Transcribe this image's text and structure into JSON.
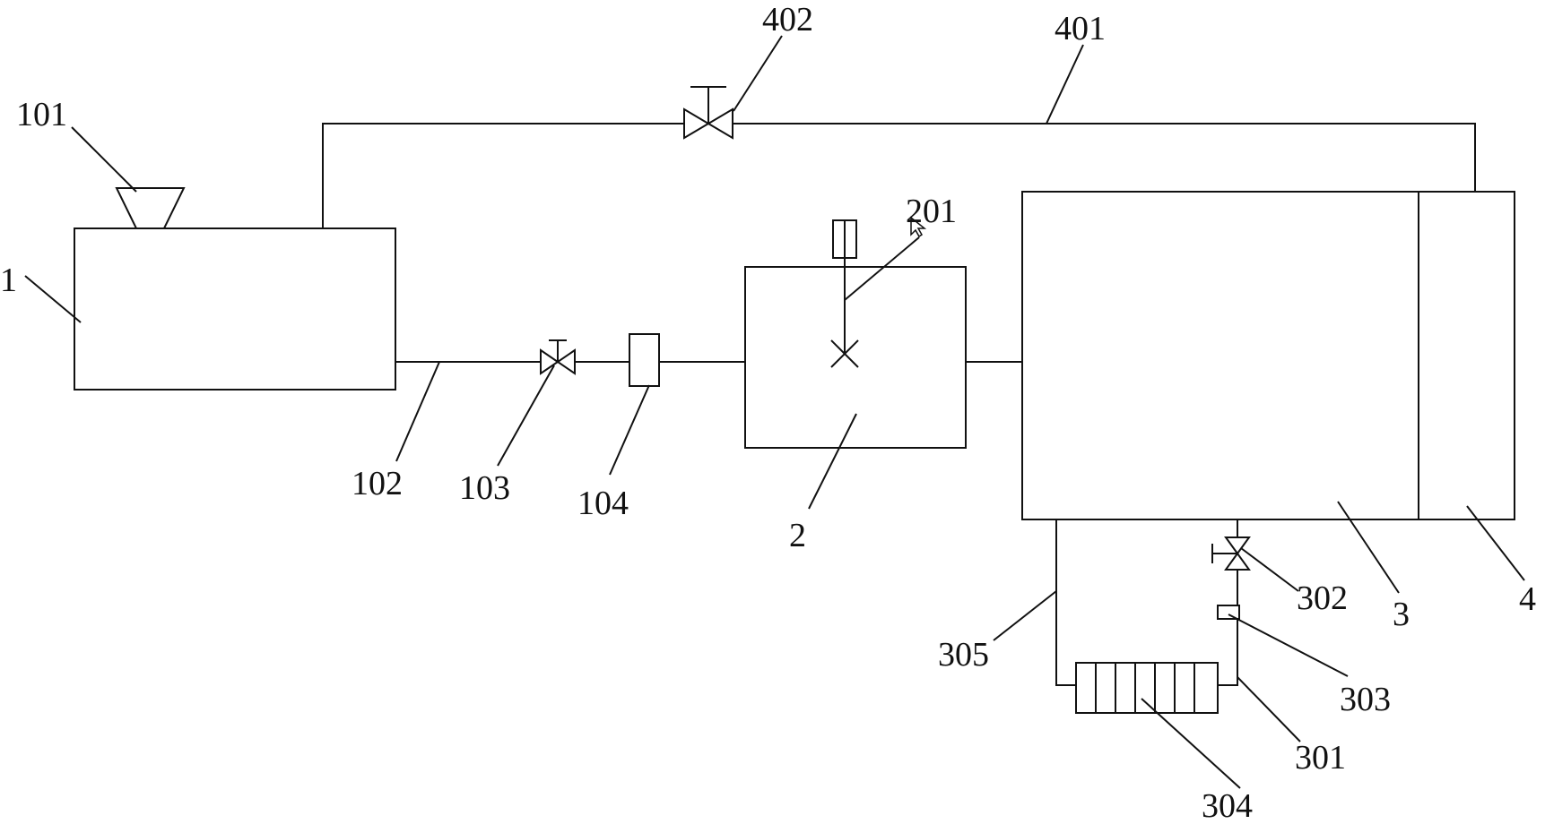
{
  "labels": {
    "tank_1": "1",
    "hopper_101": "101",
    "pipe_102": "102",
    "valve_103": "103",
    "device_104": "104",
    "mixer_2": "2",
    "agitator_201": "201",
    "chamber_3": "3",
    "section_4": "4",
    "pipe_301": "301",
    "valve_302": "302",
    "device_303": "303",
    "radiator_304": "304",
    "pipe_305": "305",
    "pipe_401": "401",
    "valve_402": "402"
  },
  "colors": {
    "line": "#111111",
    "background": "#ffffff"
  }
}
